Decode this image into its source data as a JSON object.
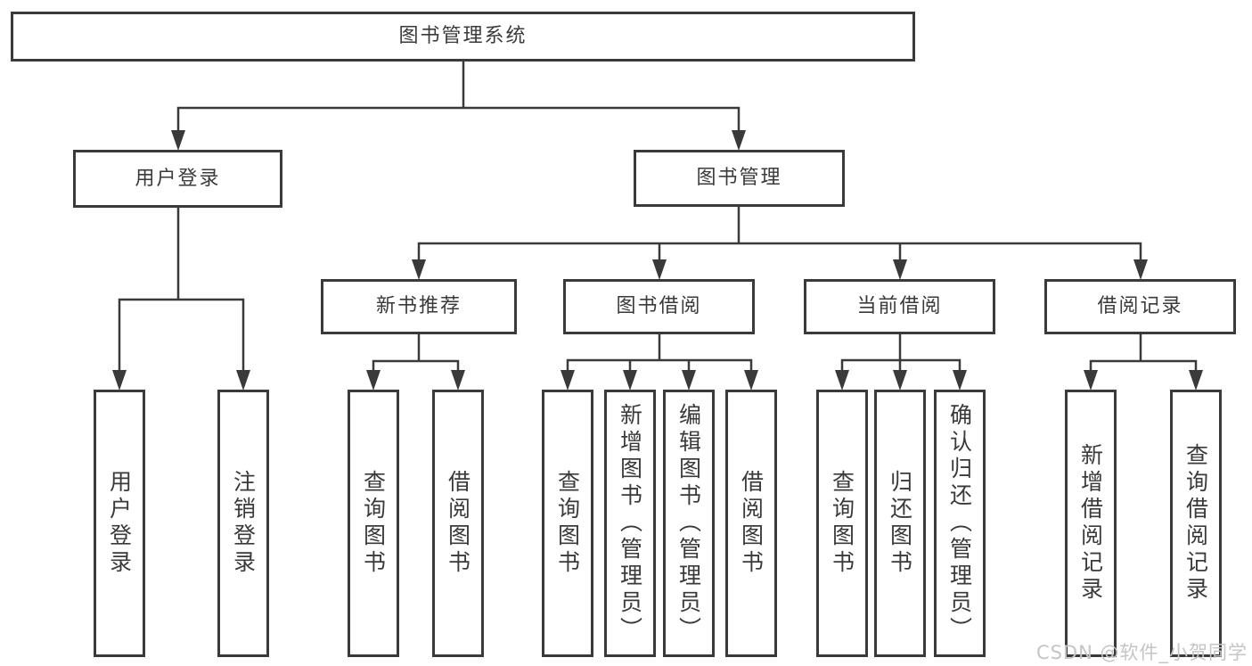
{
  "diagram": {
    "root": {
      "label": "图书管理系统"
    },
    "level1": {
      "user_login": {
        "label": "用户登录"
      },
      "book_mgmt": {
        "label": "图书管理"
      }
    },
    "level2": {
      "new_book": {
        "label": "新书推荐"
      },
      "book_borrow": {
        "label": "图书借阅"
      },
      "current_borrow": {
        "label": "当前借阅"
      },
      "borrow_record": {
        "label": "借阅记录"
      }
    },
    "leaves": {
      "user_login": {
        "label": "用户登录"
      },
      "logout": {
        "label": "注销登录"
      },
      "query_books_1": {
        "label": "查询图书"
      },
      "borrow_books_1": {
        "label": "借阅图书"
      },
      "query_books_2": {
        "label": "查询图书"
      },
      "add_books_admin": {
        "label": "新增图书（管理员）"
      },
      "edit_books_admin": {
        "label": "编辑图书（管理员）"
      },
      "borrow_books_2": {
        "label": "借阅图书"
      },
      "query_books_3": {
        "label": "查询图书"
      },
      "return_books": {
        "label": "归还图书"
      },
      "confirm_return_admin": {
        "label": "确认归还（管理员）"
      },
      "add_borrow_record": {
        "label": "新增借阅记录"
      },
      "query_borrow_record": {
        "label": "查询借阅记录"
      }
    }
  },
  "watermark": {
    "text": "CSDN @软件_小贺同学"
  },
  "colors": {
    "line": "#3a3a3a",
    "border": "#3a3a3a",
    "text": "#3a3a3a",
    "watermark": "#c6c4c4",
    "background": "#ffffff"
  }
}
